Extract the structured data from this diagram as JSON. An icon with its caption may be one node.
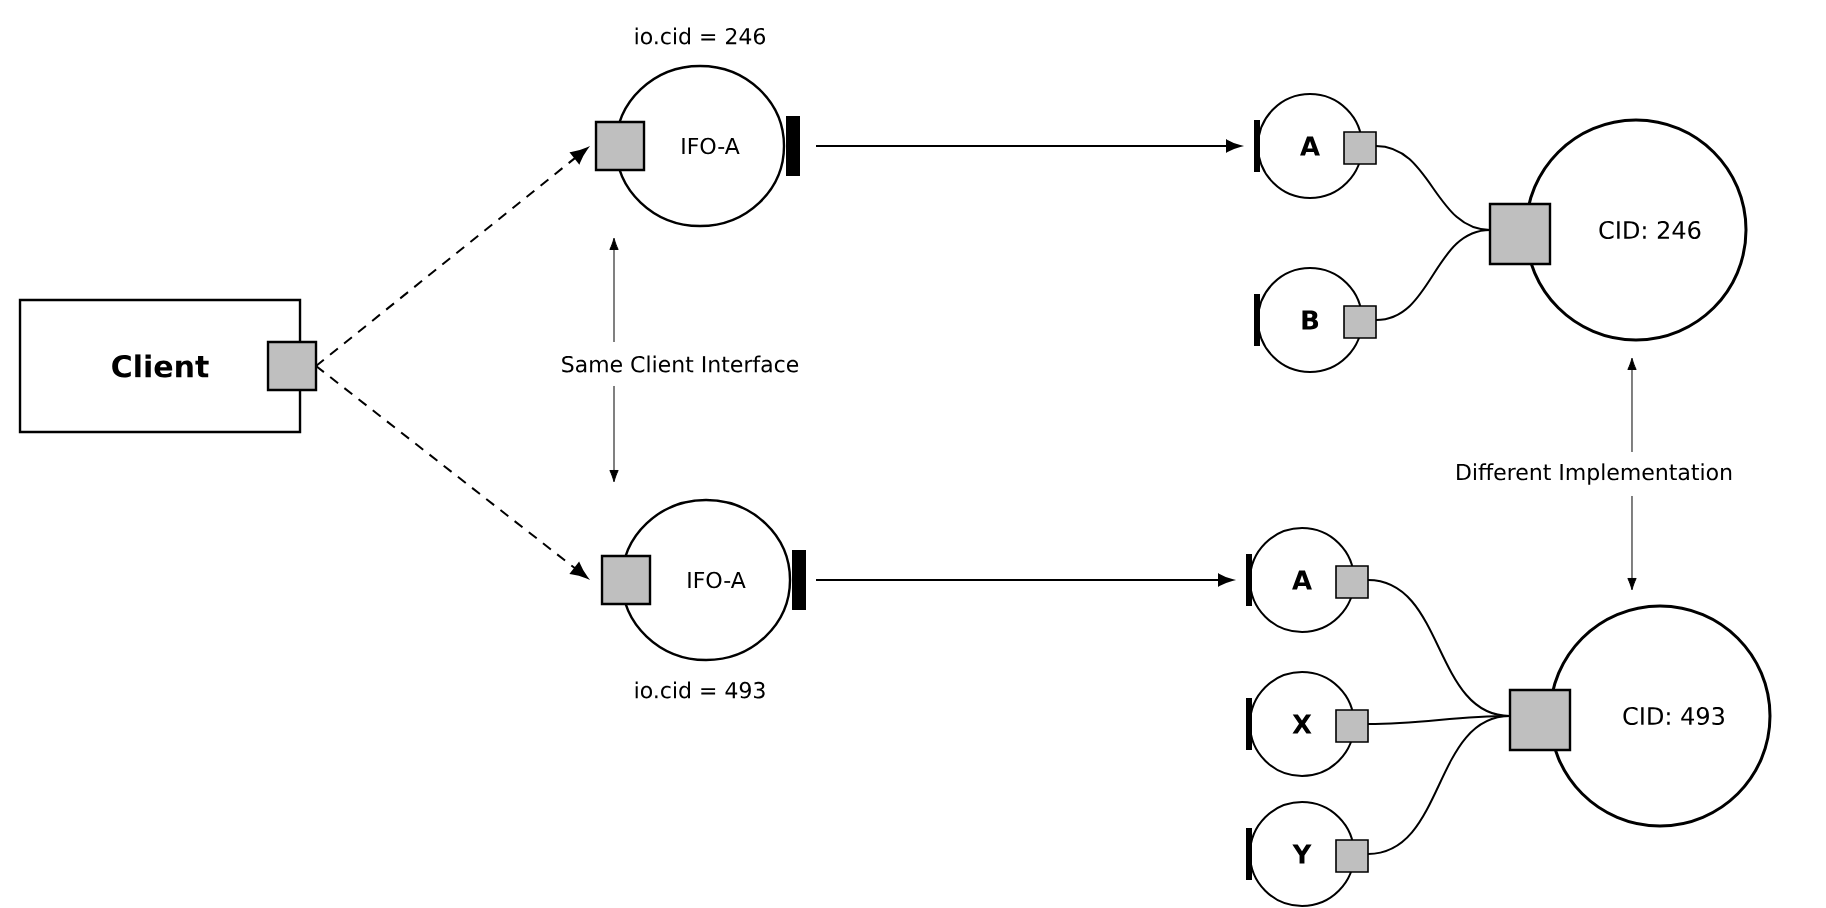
{
  "diagram": {
    "nodes": [
      {
        "text": [
          "Client"
        ]
      },
      {
        "text": [
          "IFO-A"
        ],
        "beside": [
          "io.cid = 246"
        ]
      },
      {
        "text": [
          "IFO-A"
        ],
        "beside": [
          "io.cid = 493"
        ]
      },
      {
        "text": [
          "A"
        ]
      },
      {
        "text": [
          "B"
        ]
      },
      {
        "text": [
          "CID: 246"
        ]
      },
      {
        "text": [
          "A"
        ]
      },
      {
        "text": [
          "X"
        ]
      },
      {
        "text": [
          "Y"
        ]
      },
      {
        "text": [
          "CID: 493"
        ]
      },
      {
        "text": [
          "Same Client Interface"
        ]
      },
      {
        "text": [
          "Different Implementation"
        ]
      }
    ],
    "edges": [
      {
        "from": 0,
        "to": 1,
        "arrow": "to",
        "style": "dashed"
      },
      {
        "from": 0,
        "to": 2,
        "arrow": "to",
        "style": "dashed"
      },
      {
        "from": 1,
        "to": 3,
        "arrow": "to"
      },
      {
        "from": 2,
        "to": 6,
        "arrow": "to"
      },
      {
        "from": 3,
        "to": 5,
        "arrow": "none"
      },
      {
        "from": 4,
        "to": 5,
        "arrow": "none"
      },
      {
        "from": 6,
        "to": 9,
        "arrow": "none"
      },
      {
        "from": 7,
        "to": 9,
        "arrow": "none"
      },
      {
        "from": 8,
        "to": 9,
        "arrow": "none"
      },
      {
        "from": 10,
        "to": 1,
        "arrow": "to"
      },
      {
        "from": 10,
        "to": 2,
        "arrow": "to"
      },
      {
        "from": 11,
        "to": 5,
        "arrow": "to"
      },
      {
        "from": 11,
        "to": 9,
        "arrow": "to"
      }
    ]
  }
}
